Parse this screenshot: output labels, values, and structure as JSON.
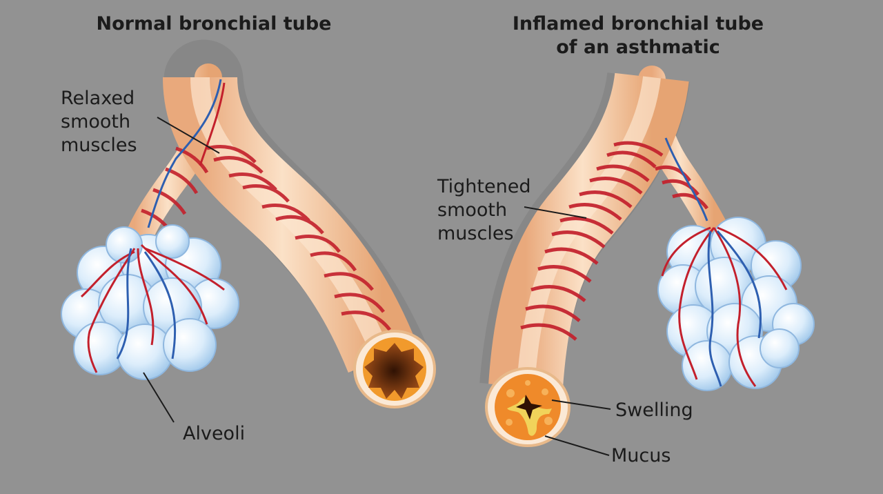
{
  "diagram": {
    "left_title": "Normal bronchial tube",
    "right_title_lines": [
      "Inflamed bronchial tube",
      "of an asthmatic"
    ],
    "labels": {
      "relaxed": [
        "Relaxed",
        "smooth",
        "muscles"
      ],
      "tightened": [
        "Tightened",
        "smooth",
        "muscles"
      ],
      "alveoli": "Alveoli",
      "swelling": "Swelling",
      "mucus": "Mucus"
    }
  },
  "colors": {
    "background": "#929292",
    "tube": "#f5c9a5",
    "muscle": "#c3202c",
    "vein": "#2e5fb0",
    "alveoli": "#d6ebfb",
    "lumen": "#6b2e10",
    "swelling": "#ef8a2a",
    "mucus": "#f1d35a"
  }
}
